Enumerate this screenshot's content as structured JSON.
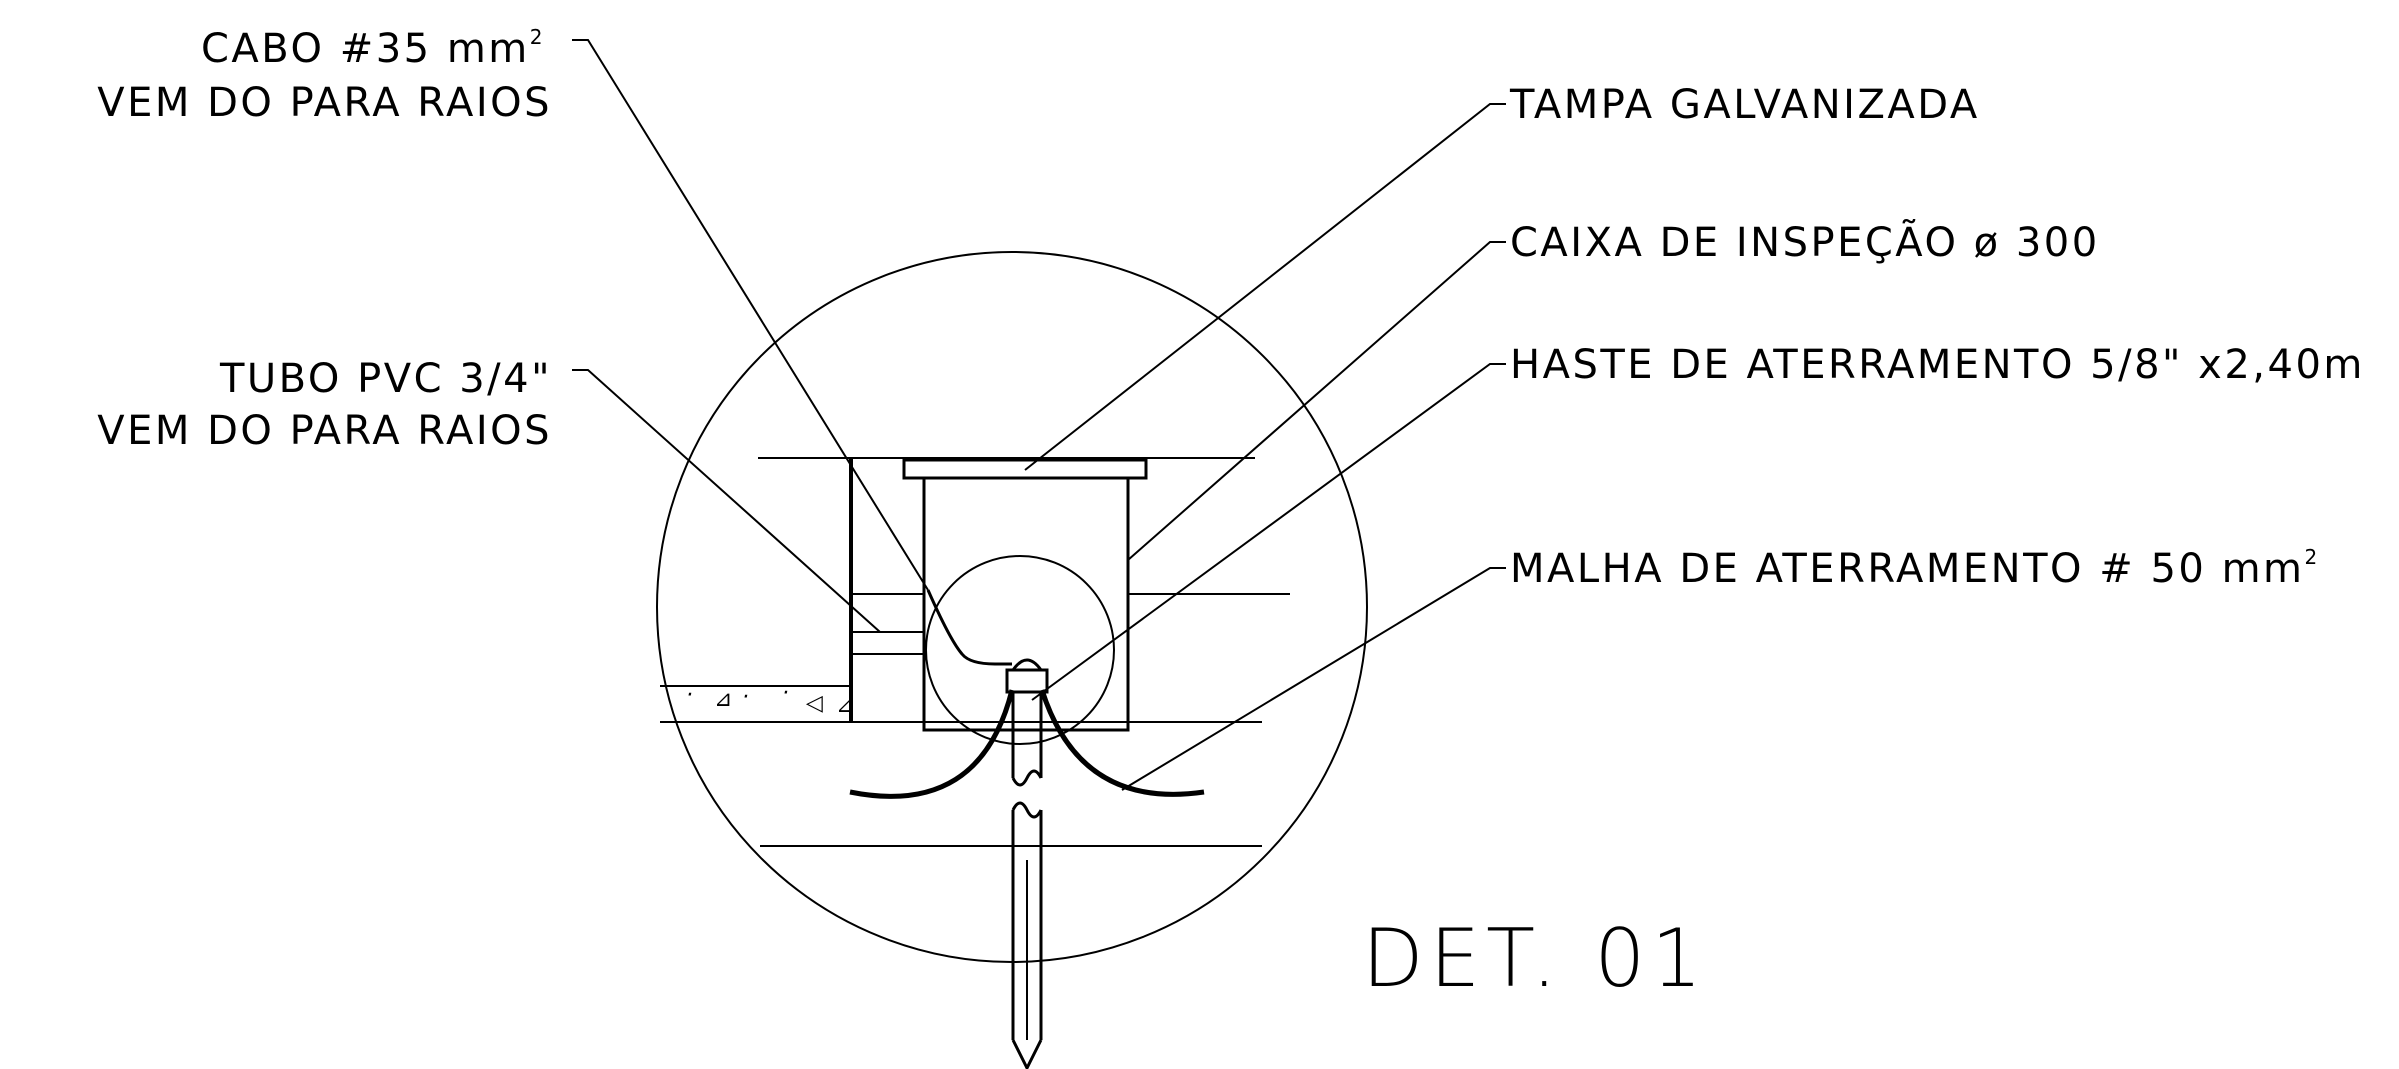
{
  "labels": {
    "cabo_line1": "CABO #35 mm",
    "cabo_sup": "2",
    "cabo_line2": "VEM DO PARA RAIOS",
    "tubo_line1": "TUBO  PVC 3/4\"",
    "tubo_line2": "VEM DO PARA RAIOS",
    "tampa": "TAMPA GALVANIZADA",
    "caixa": "CAIXA DE INSPEÇÃO ø 300",
    "haste": "HASTE DE ATERRAMENTO 5/8\" x2,40m",
    "malha": "MALHA DE ATERRAMENTO # 50 mm",
    "malha_sup": "2"
  },
  "detail_title": "DET. 01"
}
